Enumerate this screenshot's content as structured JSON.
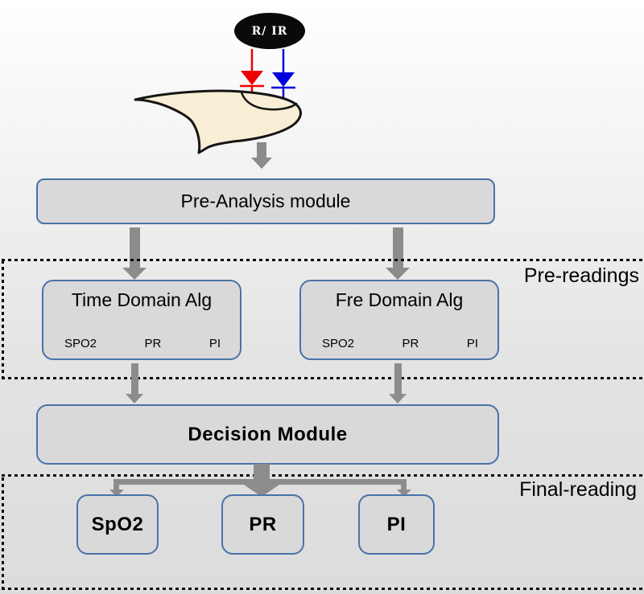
{
  "sensor": {
    "source_label": "R/ IR",
    "red_led": "red-led-diode",
    "blue_led": "infrared-led-diode",
    "finger": "finger-illustration"
  },
  "modules": {
    "pre_analysis": {
      "label": "Pre-Analysis module"
    },
    "time_domain": {
      "label": "Time Domain Alg",
      "outputs": [
        "SPO2",
        "PR",
        "PI"
      ]
    },
    "fre_domain": {
      "label": "Fre Domain Alg",
      "outputs": [
        "SPO2",
        "PR",
        "PI"
      ]
    },
    "decision": {
      "label": "Decision Module"
    }
  },
  "regions": {
    "pre_readings": {
      "label": "Pre-readings"
    },
    "final_reading": {
      "label": "Final-reading"
    }
  },
  "final_outputs": [
    {
      "label": "SpO2"
    },
    {
      "label": "PR"
    },
    {
      "label": "PI"
    }
  ],
  "colors": {
    "box_fill": "#d9d9d9",
    "box_border": "#4a72a8",
    "arrow_gray": "#8c8c8c",
    "led_red": "#ee0000",
    "led_infrared": "#0000dd",
    "finger_fill": "#f8eed5",
    "dotted_border": "#0a0a0a",
    "ellipse_fill": "#0a0a0a"
  }
}
